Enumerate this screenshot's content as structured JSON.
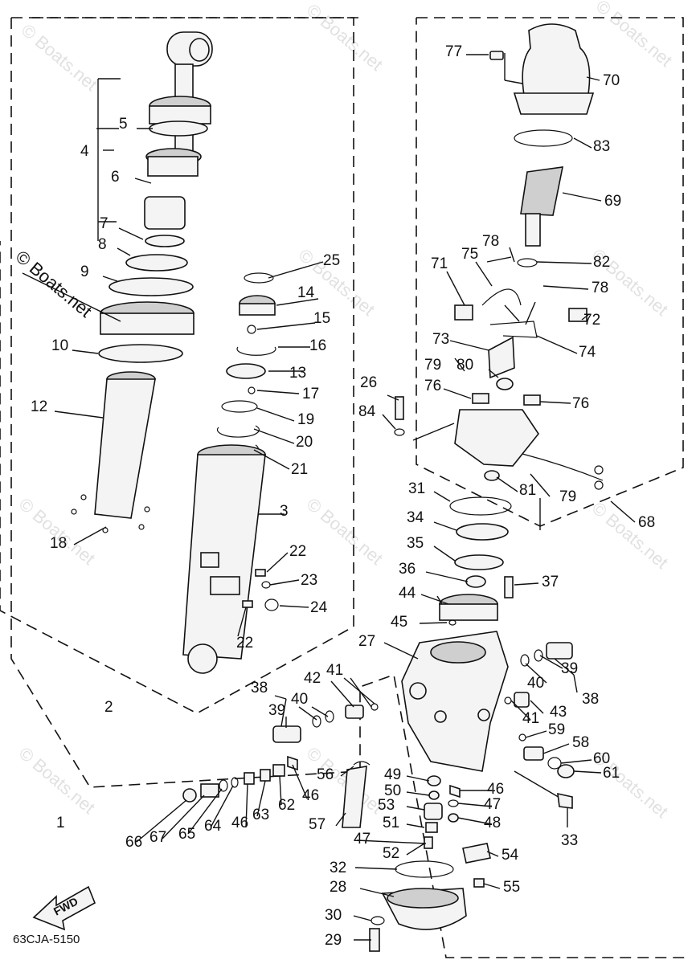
{
  "watermark": "© Boats.net",
  "diagram_code": "63CJA-5150",
  "fwd_label": "FWD",
  "callouts": [
    {
      "id": "c1",
      "label": "1"
    },
    {
      "id": "c2",
      "label": "2"
    },
    {
      "id": "c3",
      "label": "3"
    },
    {
      "id": "c4",
      "label": "4"
    },
    {
      "id": "c5",
      "label": "5"
    },
    {
      "id": "c6",
      "label": "6"
    },
    {
      "id": "c7",
      "label": "7"
    },
    {
      "id": "c8",
      "label": "8"
    },
    {
      "id": "c9",
      "label": "9"
    },
    {
      "id": "c10",
      "label": "10"
    },
    {
      "id": "c12",
      "label": "12"
    },
    {
      "id": "c13",
      "label": "13"
    },
    {
      "id": "c14",
      "label": "14"
    },
    {
      "id": "c15",
      "label": "15"
    },
    {
      "id": "c16",
      "label": "16"
    },
    {
      "id": "c17",
      "label": "17"
    },
    {
      "id": "c18",
      "label": "18"
    },
    {
      "id": "c19",
      "label": "19"
    },
    {
      "id": "c20",
      "label": "20"
    },
    {
      "id": "c21",
      "label": "21"
    },
    {
      "id": "c22a",
      "label": "22"
    },
    {
      "id": "c22b",
      "label": "22"
    },
    {
      "id": "c23",
      "label": "23"
    },
    {
      "id": "c24",
      "label": "24"
    },
    {
      "id": "c25",
      "label": "25"
    },
    {
      "id": "c26",
      "label": "26"
    },
    {
      "id": "c27",
      "label": "27"
    },
    {
      "id": "c28",
      "label": "28"
    },
    {
      "id": "c29",
      "label": "29"
    },
    {
      "id": "c30",
      "label": "30"
    },
    {
      "id": "c31",
      "label": "31"
    },
    {
      "id": "c32",
      "label": "32"
    },
    {
      "id": "c33",
      "label": "33"
    },
    {
      "id": "c34",
      "label": "34"
    },
    {
      "id": "c35",
      "label": "35"
    },
    {
      "id": "c36",
      "label": "36"
    },
    {
      "id": "c37",
      "label": "37"
    },
    {
      "id": "c38a",
      "label": "38"
    },
    {
      "id": "c38b",
      "label": "38"
    },
    {
      "id": "c39a",
      "label": "39"
    },
    {
      "id": "c39b",
      "label": "39"
    },
    {
      "id": "c40a",
      "label": "40"
    },
    {
      "id": "c40b",
      "label": "40"
    },
    {
      "id": "c41a",
      "label": "41"
    },
    {
      "id": "c41b",
      "label": "41"
    },
    {
      "id": "c42",
      "label": "42"
    },
    {
      "id": "c43",
      "label": "43"
    },
    {
      "id": "c44",
      "label": "44"
    },
    {
      "id": "c45",
      "label": "45"
    },
    {
      "id": "c46a",
      "label": "46"
    },
    {
      "id": "c46b",
      "label": "46"
    },
    {
      "id": "c46c",
      "label": "46"
    },
    {
      "id": "c47a",
      "label": "47"
    },
    {
      "id": "c47b",
      "label": "47"
    },
    {
      "id": "c48",
      "label": "48"
    },
    {
      "id": "c49",
      "label": "49"
    },
    {
      "id": "c50",
      "label": "50"
    },
    {
      "id": "c51",
      "label": "51"
    },
    {
      "id": "c52",
      "label": "52"
    },
    {
      "id": "c53",
      "label": "53"
    },
    {
      "id": "c54",
      "label": "54"
    },
    {
      "id": "c55",
      "label": "55"
    },
    {
      "id": "c56",
      "label": "56"
    },
    {
      "id": "c57",
      "label": "57"
    },
    {
      "id": "c58",
      "label": "58"
    },
    {
      "id": "c59",
      "label": "59"
    },
    {
      "id": "c60",
      "label": "60"
    },
    {
      "id": "c61",
      "label": "61"
    },
    {
      "id": "c62",
      "label": "62"
    },
    {
      "id": "c63",
      "label": "63"
    },
    {
      "id": "c64",
      "label": "64"
    },
    {
      "id": "c65",
      "label": "65"
    },
    {
      "id": "c66",
      "label": "66"
    },
    {
      "id": "c67",
      "label": "67"
    },
    {
      "id": "c68",
      "label": "68"
    },
    {
      "id": "c69",
      "label": "69"
    },
    {
      "id": "c70",
      "label": "70"
    },
    {
      "id": "c71",
      "label": "71"
    },
    {
      "id": "c72",
      "label": "72"
    },
    {
      "id": "c73",
      "label": "73"
    },
    {
      "id": "c74",
      "label": "74"
    },
    {
      "id": "c75",
      "label": "75"
    },
    {
      "id": "c76a",
      "label": "76"
    },
    {
      "id": "c76b",
      "label": "76"
    },
    {
      "id": "c77",
      "label": "77"
    },
    {
      "id": "c78a",
      "label": "78"
    },
    {
      "id": "c78b",
      "label": "78"
    },
    {
      "id": "c79a",
      "label": "79"
    },
    {
      "id": "c79b",
      "label": "79"
    },
    {
      "id": "c80",
      "label": "80"
    },
    {
      "id": "c81",
      "label": "81"
    },
    {
      "id": "c82",
      "label": "82"
    },
    {
      "id": "c83",
      "label": "83"
    },
    {
      "id": "c84",
      "label": "84"
    }
  ]
}
